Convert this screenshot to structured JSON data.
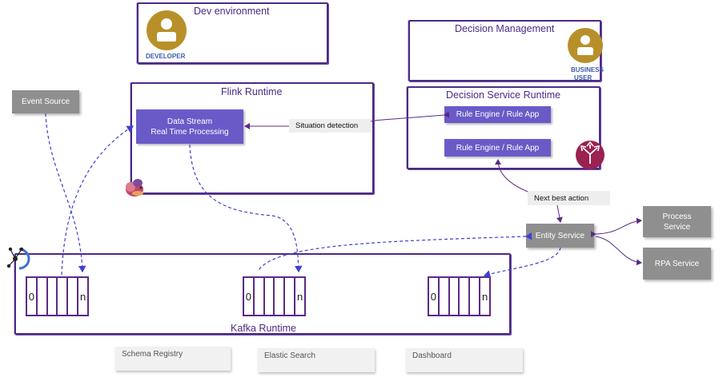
{
  "dev_environment": {
    "title": "Dev environment",
    "role": "DEVELOPER"
  },
  "decision_management": {
    "title": "Decision Management",
    "role_line1": "BUSINESS",
    "role_line2": "USER"
  },
  "flink_runtime": {
    "title": "Flink Runtime",
    "processor_line1": "Data Stream",
    "processor_line2": "Real Time Processing"
  },
  "decision_service_runtime": {
    "title": "Decision Service Runtime",
    "engine_1": "Rule Engine / Rule App",
    "engine_2": "Rule Engine / Rule App"
  },
  "event_source": "Event Source",
  "situation_detection": "Situation detection",
  "next_best_action": "Next best action",
  "entity_service": "Entity Service",
  "process_service_line1": "Process",
  "process_service_line2": "Service",
  "rpa_service": "RPA Service",
  "kafka_runtime": {
    "title": "Kafka Runtime",
    "topics": [
      {
        "first": "0",
        "last": "n"
      },
      {
        "first": "0",
        "last": "n"
      },
      {
        "first": "0",
        "last": "n"
      }
    ]
  },
  "bottom_services": [
    "Schema Registry",
    "Elastic Search",
    "Dashboard"
  ],
  "colors": {
    "container_border": "#4b2a86",
    "node_purple": "#6a5ac8",
    "node_gray": "#8f8f8f",
    "connector_blue": "#3f3fd6",
    "connector_purple": "#5b2a86",
    "avatar_gold": "#b8902a",
    "router_red": "#9a2150"
  },
  "icons": [
    "developer-avatar-icon",
    "business-user-avatar-icon",
    "flink-squirrel-icon",
    "kafka-logo-icon",
    "router-arrows-icon"
  ]
}
